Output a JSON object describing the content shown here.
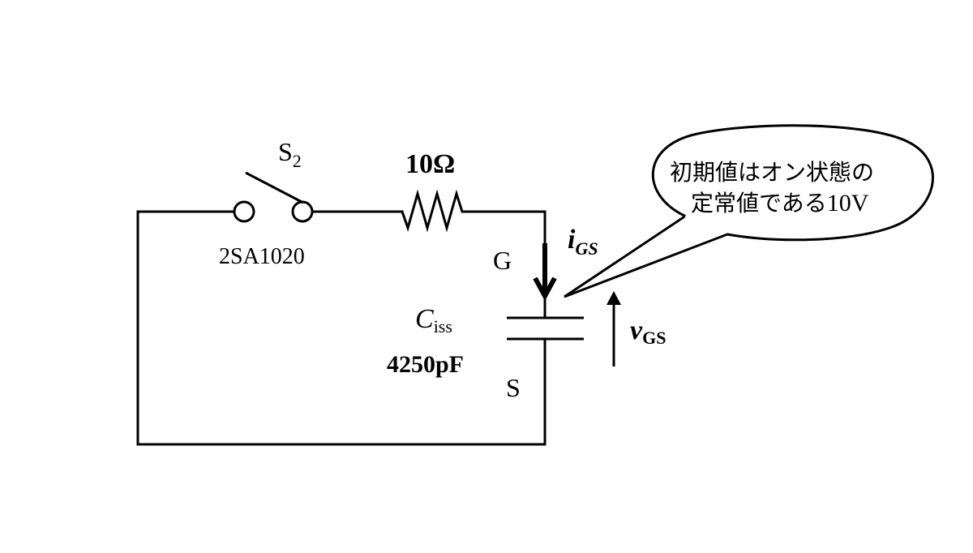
{
  "diagram": {
    "type": "RC gate charging circuit",
    "switch": {
      "label": "S",
      "label_subscript": "2",
      "part_number": "2SA1020"
    },
    "resistor": {
      "value_label": "10Ω"
    },
    "capacitor": {
      "symbol": "C",
      "symbol_subscript": "iss",
      "value_label": "4250pF"
    },
    "terminals": {
      "gate": "G",
      "source": "S"
    },
    "current": {
      "symbol": "i",
      "subscript": "GS"
    },
    "voltage": {
      "symbol": "v",
      "subscript": "GS"
    },
    "callout": {
      "line1": "初期値はオン状態の",
      "line2_prefix": "定常値である",
      "line2_value": "10V"
    }
  }
}
